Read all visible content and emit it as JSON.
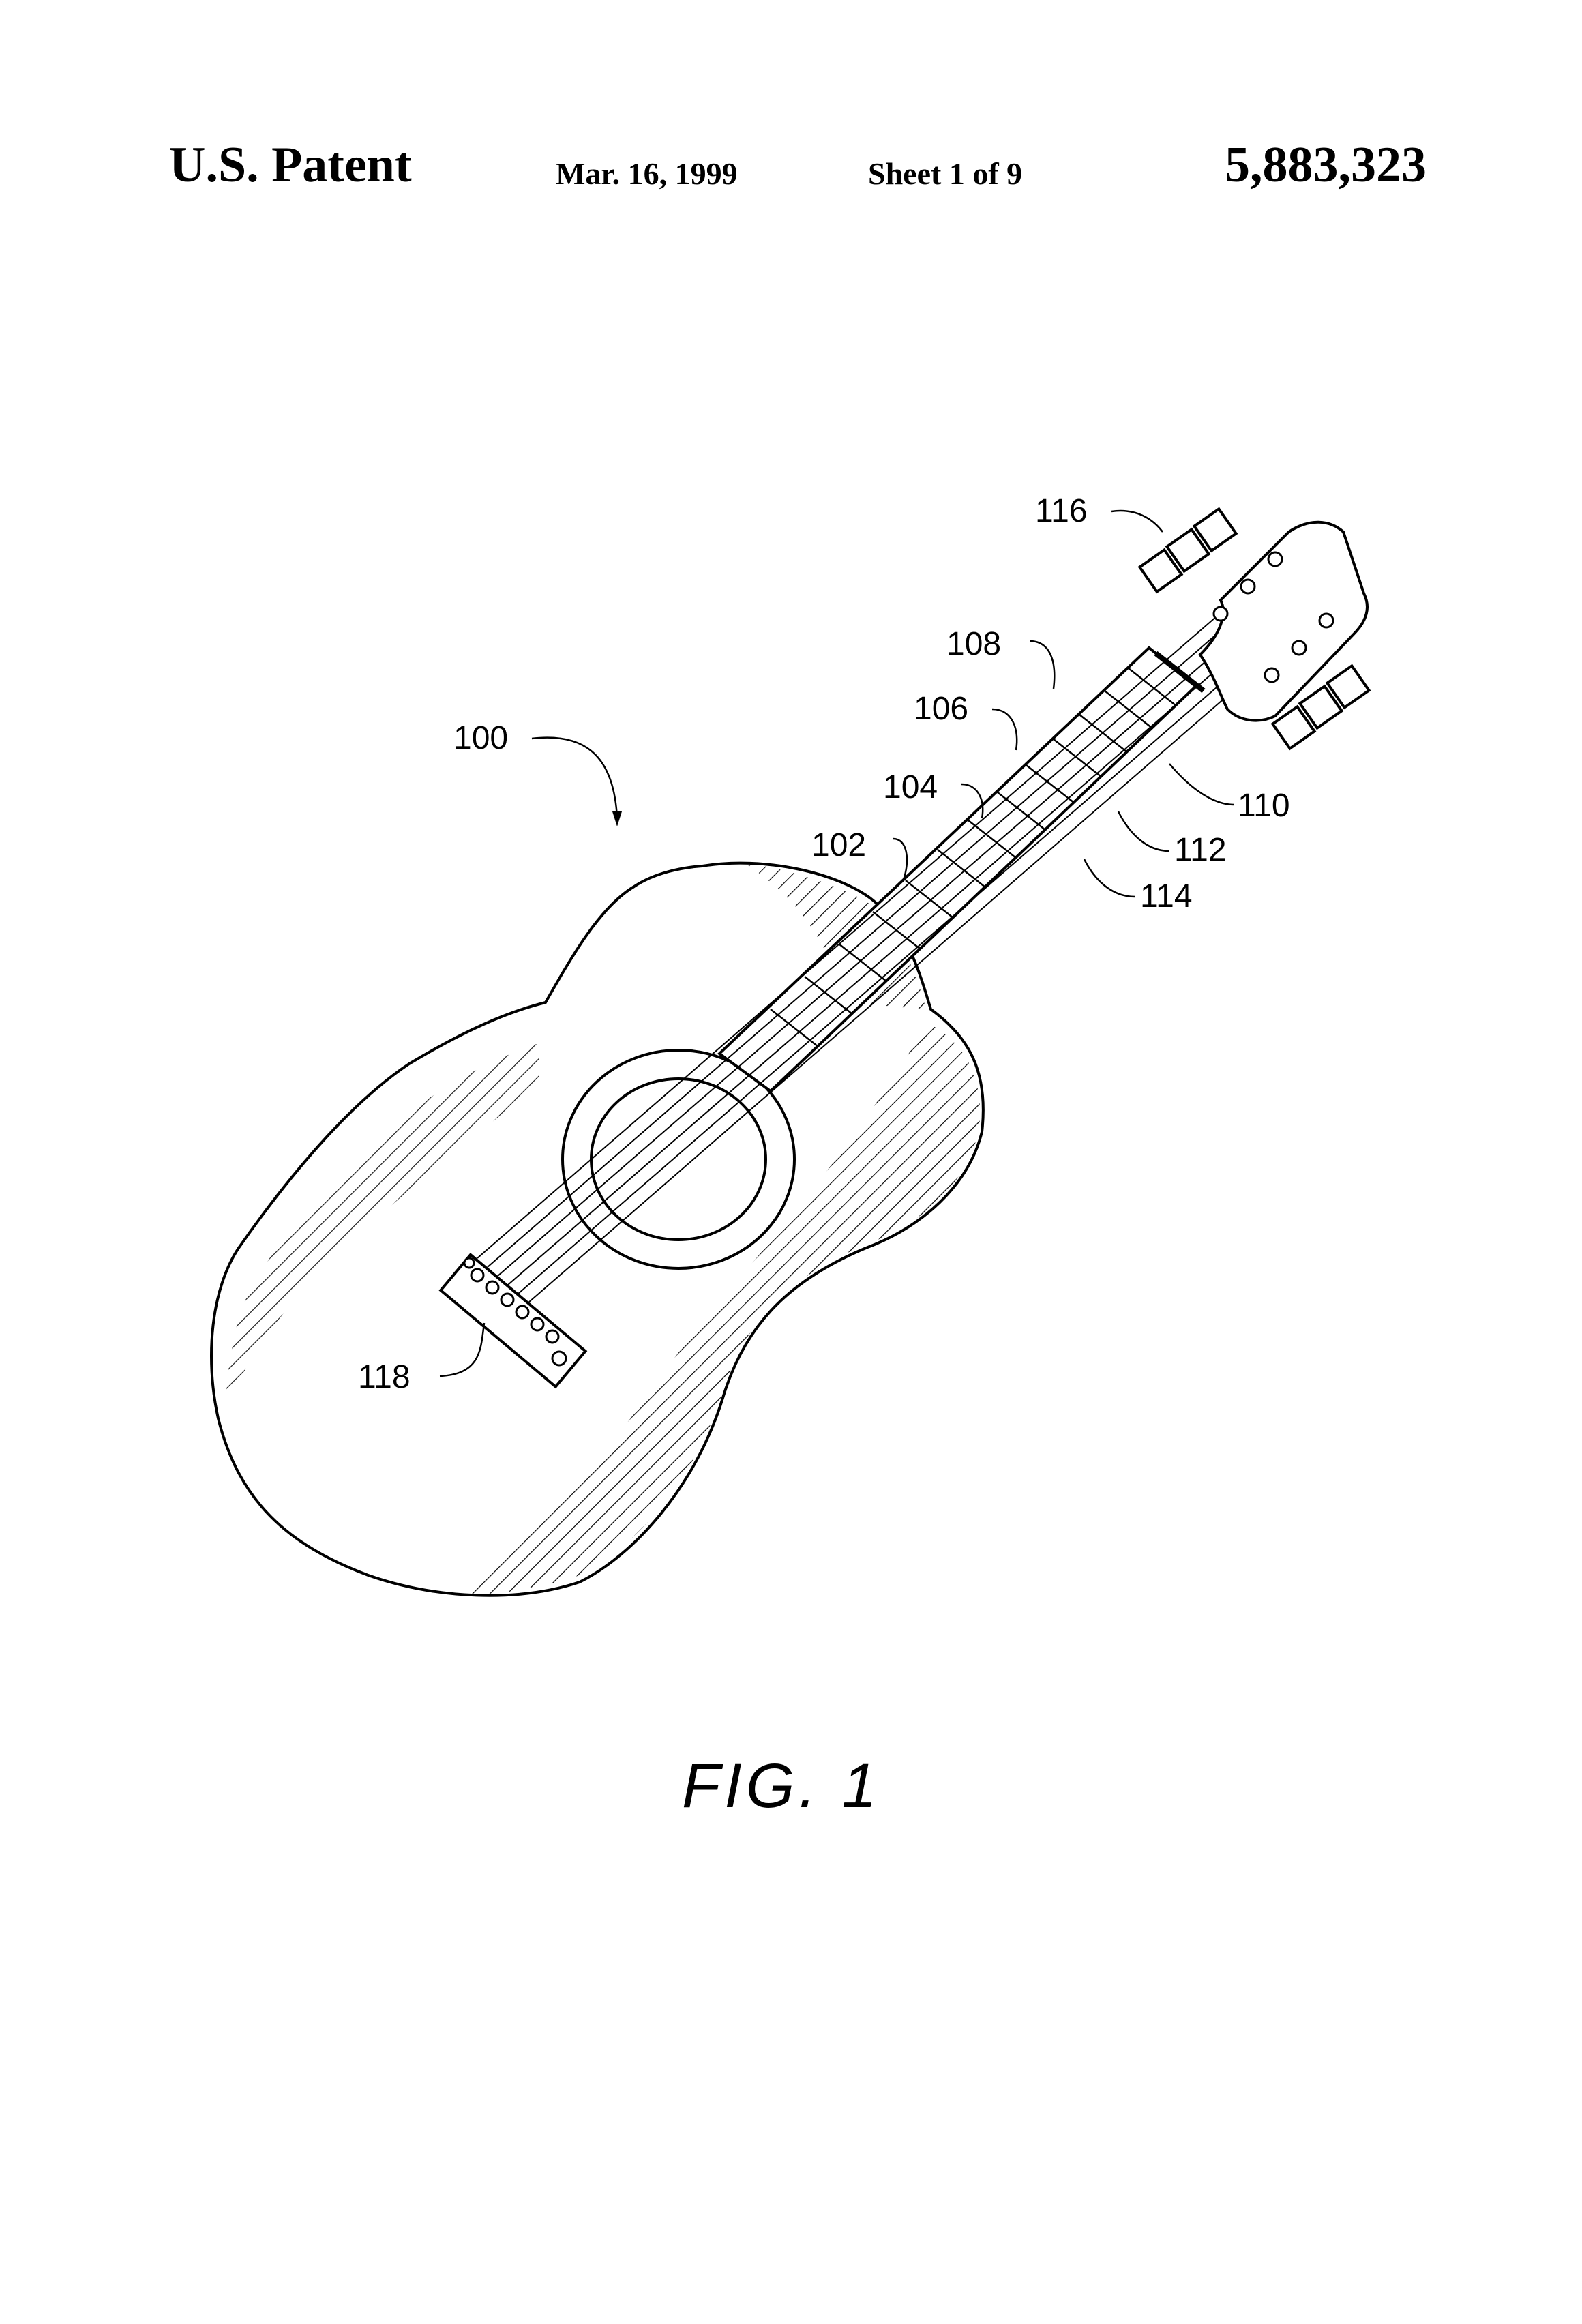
{
  "header": {
    "left": "U.S. Patent",
    "date": "Mar. 16, 1999",
    "sheet": "Sheet 1 of 9",
    "number": "5,883,323"
  },
  "figure": {
    "caption": "FIG. 1",
    "refs": {
      "r100": "100",
      "r102": "102",
      "r104": "104",
      "r106": "106",
      "r108": "108",
      "r110": "110",
      "r112": "112",
      "r114": "114",
      "r116": "116",
      "r118": "118"
    }
  }
}
